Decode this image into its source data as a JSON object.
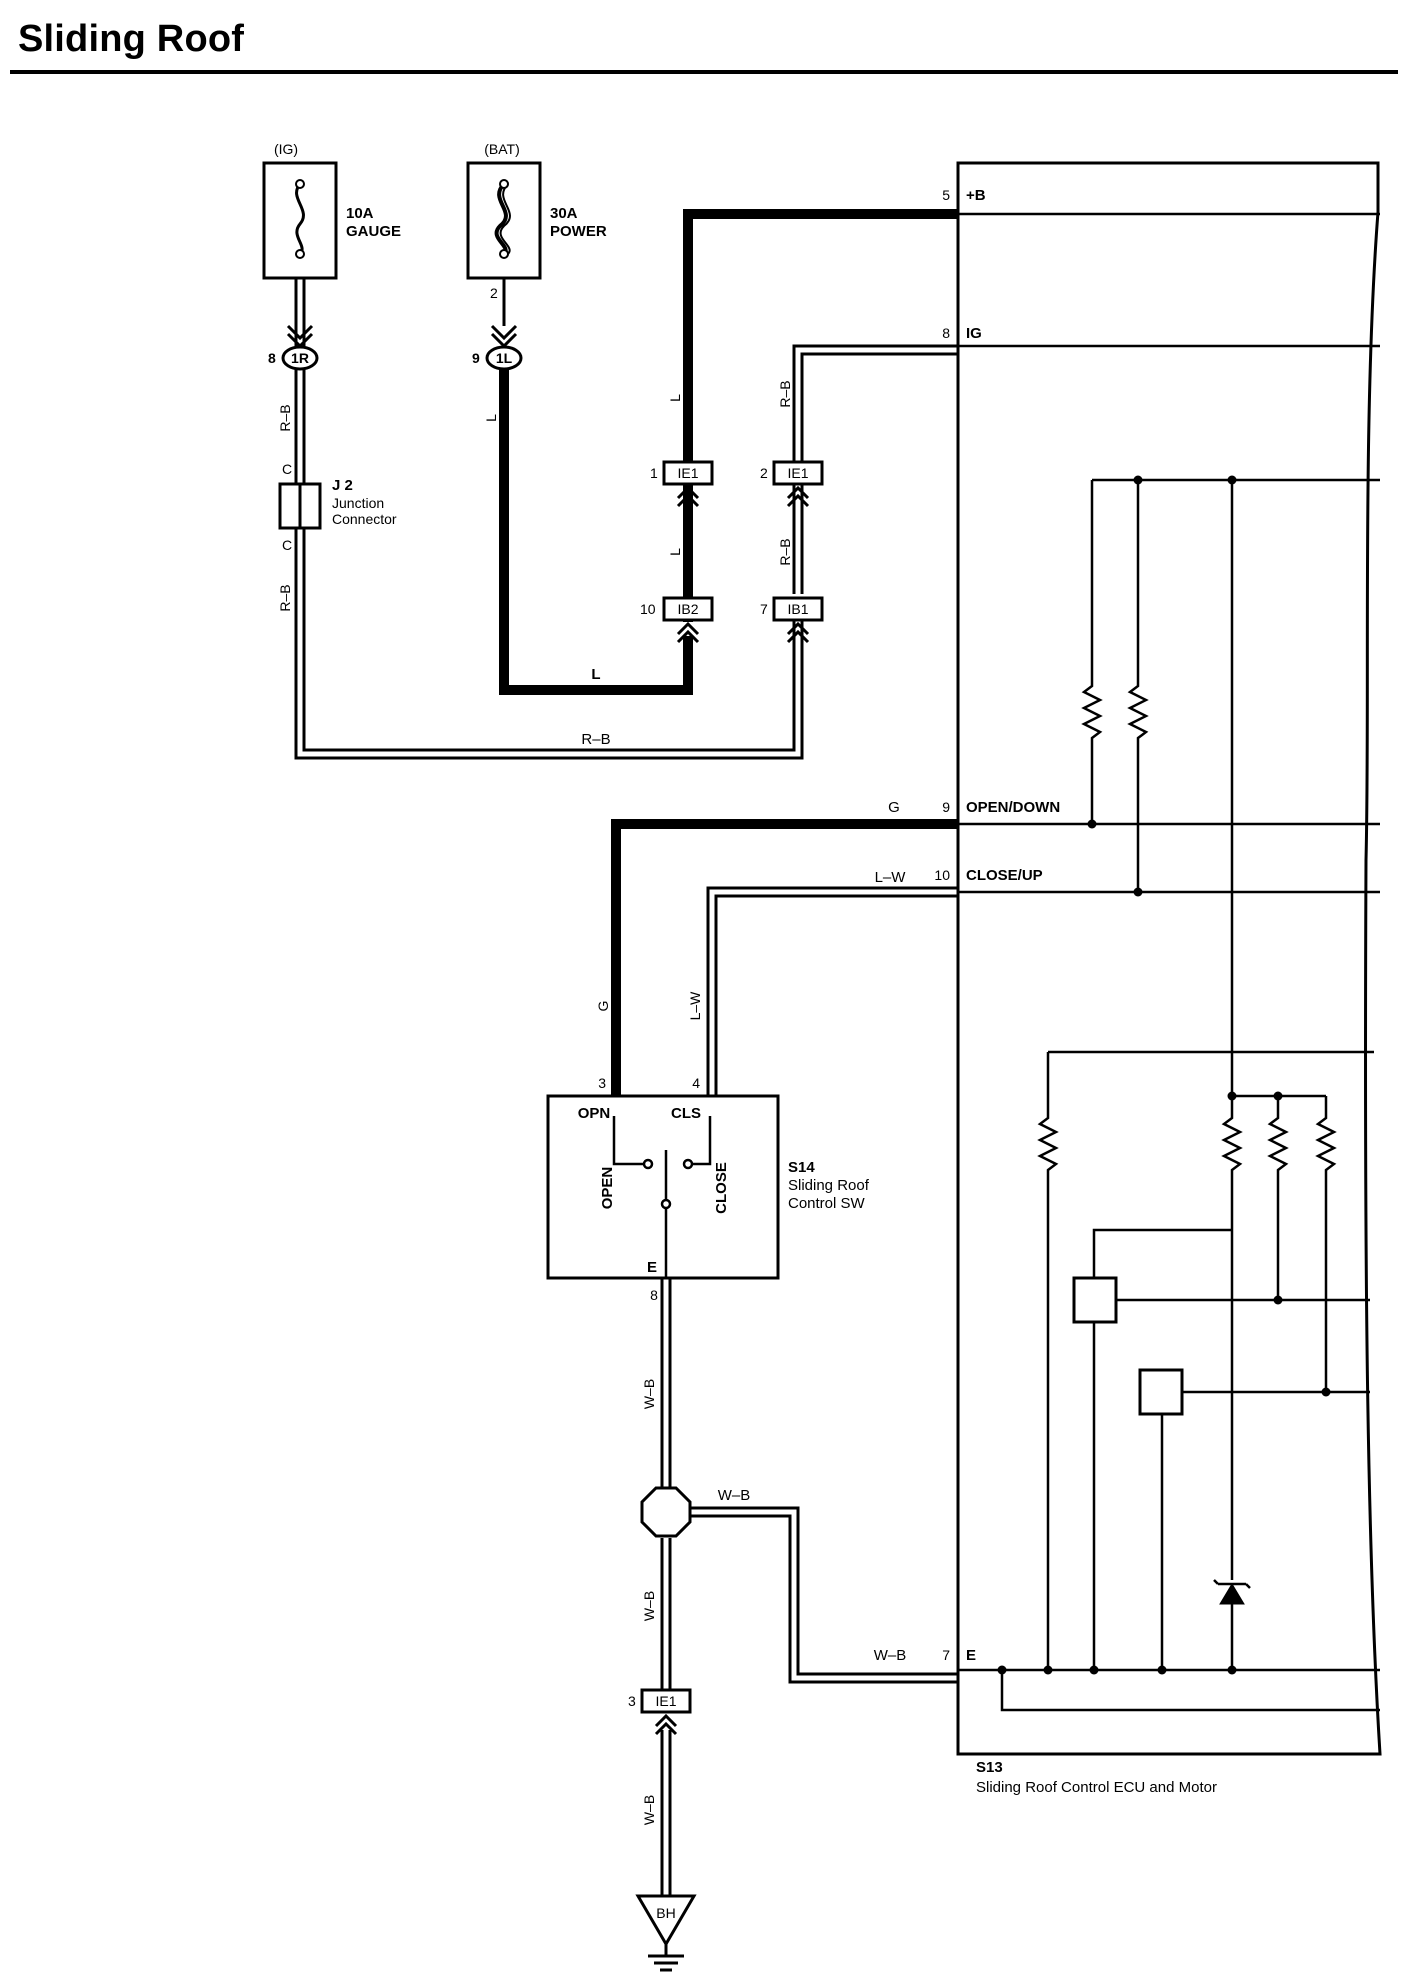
{
  "title": "Sliding Roof",
  "fuses": [
    {
      "source": "(IG)",
      "rating": "10A",
      "name": "GAUGE"
    },
    {
      "source": "(BAT)",
      "rating": "30A",
      "name": "POWER"
    }
  ],
  "fuse_pin": "2",
  "connectors": {
    "ig_pin": "8",
    "ig_code": "1R",
    "bat_pin": "9",
    "bat_code": "1L",
    "ie1": "IE1",
    "ib2": "IB2",
    "ib1": "IB1",
    "pin_ie1_left": "1",
    "pin_ie1_right": "2",
    "pin_ib2": "10",
    "pin_ib1": "7",
    "ground_ie1_pin": "3",
    "ground": "BH"
  },
  "junction": {
    "id": "J 2",
    "name_line1": "Junction",
    "name_line2": "Connector",
    "pin": "C"
  },
  "wire_colors": {
    "rb": "R–B",
    "l": "L",
    "g": "G",
    "lw": "L–W",
    "wb": "W–B"
  },
  "ecu": {
    "id": "S13",
    "name": "Sliding Roof Control ECU and Motor",
    "terminals": [
      {
        "pin": "5",
        "label": "+B"
      },
      {
        "pin": "8",
        "label": "IG"
      },
      {
        "pin": "9",
        "label": "OPEN/DOWN"
      },
      {
        "pin": "10",
        "label": "CLOSE/UP"
      },
      {
        "pin": "7",
        "label": "E"
      }
    ]
  },
  "switch": {
    "id": "S14",
    "name_line1": "Sliding Roof",
    "name_line2": "Control SW",
    "pins": {
      "opn": "3",
      "cls": "4",
      "e": "8"
    },
    "terminal_labels": {
      "opn": "OPN",
      "cls": "CLS",
      "e": "E"
    },
    "positions": {
      "open": "OPEN",
      "close": "CLOSE"
    }
  }
}
